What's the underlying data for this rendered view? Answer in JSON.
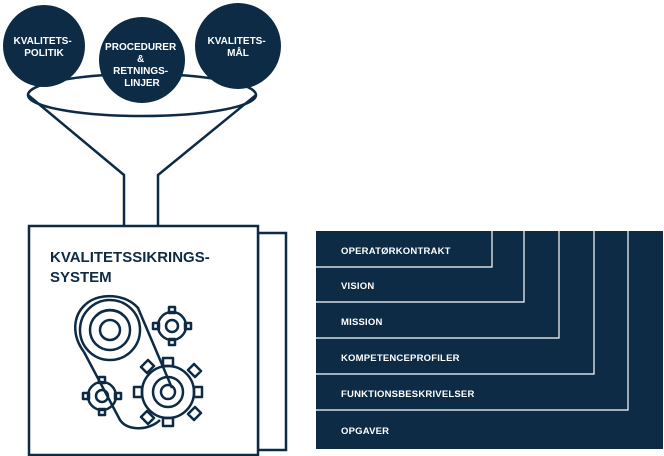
{
  "colors": {
    "navy": "#0d2b45",
    "white": "#ffffff"
  },
  "inputs": [
    {
      "lines": [
        "KVALITETS-",
        "POLITIK"
      ]
    },
    {
      "lines": [
        "PROCEDURER",
        "&",
        "RETNINGS-",
        "LINJER"
      ]
    },
    {
      "lines": [
        "KVALITETS-",
        "MÅL"
      ]
    }
  ],
  "funnel": {
    "icon": "funnel-icon"
  },
  "system_box": {
    "title_lines": [
      "KVALITETSSIKRINGS-",
      "SYSTEM"
    ],
    "icon": "gears-icon"
  },
  "layers": [
    {
      "label": "OPERATØRKONTRAKT"
    },
    {
      "label": "VISION"
    },
    {
      "label": "MISSION"
    },
    {
      "label": "KOMPETENCEPROFILER"
    },
    {
      "label": "FUNKTIONSBESKRIVELSER"
    },
    {
      "label": "OPGAVER"
    }
  ]
}
